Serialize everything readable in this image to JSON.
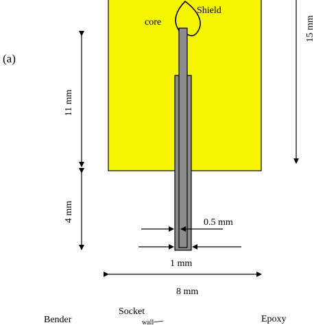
{
  "panel_label": "(a)",
  "labels": {
    "core": "core",
    "shield": "Shield",
    "height_15": "15 mm",
    "height_11": "11 mm",
    "height_4": "4 mm",
    "gap_05": "0.5 mm",
    "width_1": "1 mm",
    "width_8": "8 mm",
    "bender": "Bender",
    "socket": "Socket",
    "wall": "wall",
    "epoxy": "Epoxy"
  },
  "colors": {
    "plate": "#f5f500",
    "rod": "#8c8c8c",
    "outline": "#000000"
  }
}
